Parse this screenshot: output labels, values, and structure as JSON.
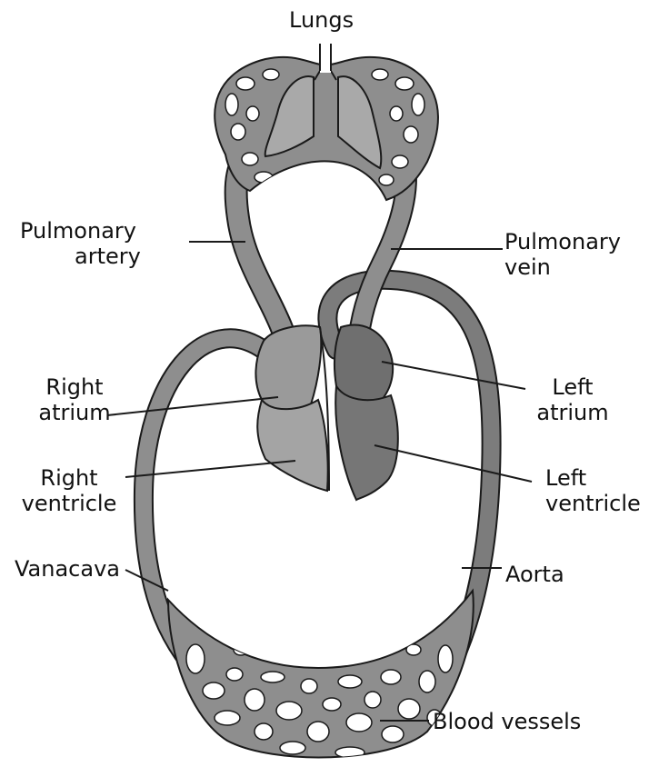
{
  "labels": {
    "lungs": "Lungs",
    "pulmonary_artery": [
      "Pulmonary",
      "artery"
    ],
    "pulmonary_vein": [
      "Pulmonary",
      "vein"
    ],
    "right_atrium": [
      "Right",
      "atrium"
    ],
    "left_atrium": [
      "Left",
      "atrium"
    ],
    "right_ventricle": [
      "Right",
      "ventricle"
    ],
    "left_ventricle": [
      "Left",
      "ventricle"
    ],
    "vena_cava": "Vanacava",
    "aorta": "Aorta",
    "blood_vessels": "Blood vessels"
  },
  "colors": {
    "vessel": "#8e8e8e",
    "lung": "#a9a9a9",
    "heart_right": "#9a9a9a",
    "heart_left": "#6f6f6f",
    "outline": "#1a1a1a"
  }
}
